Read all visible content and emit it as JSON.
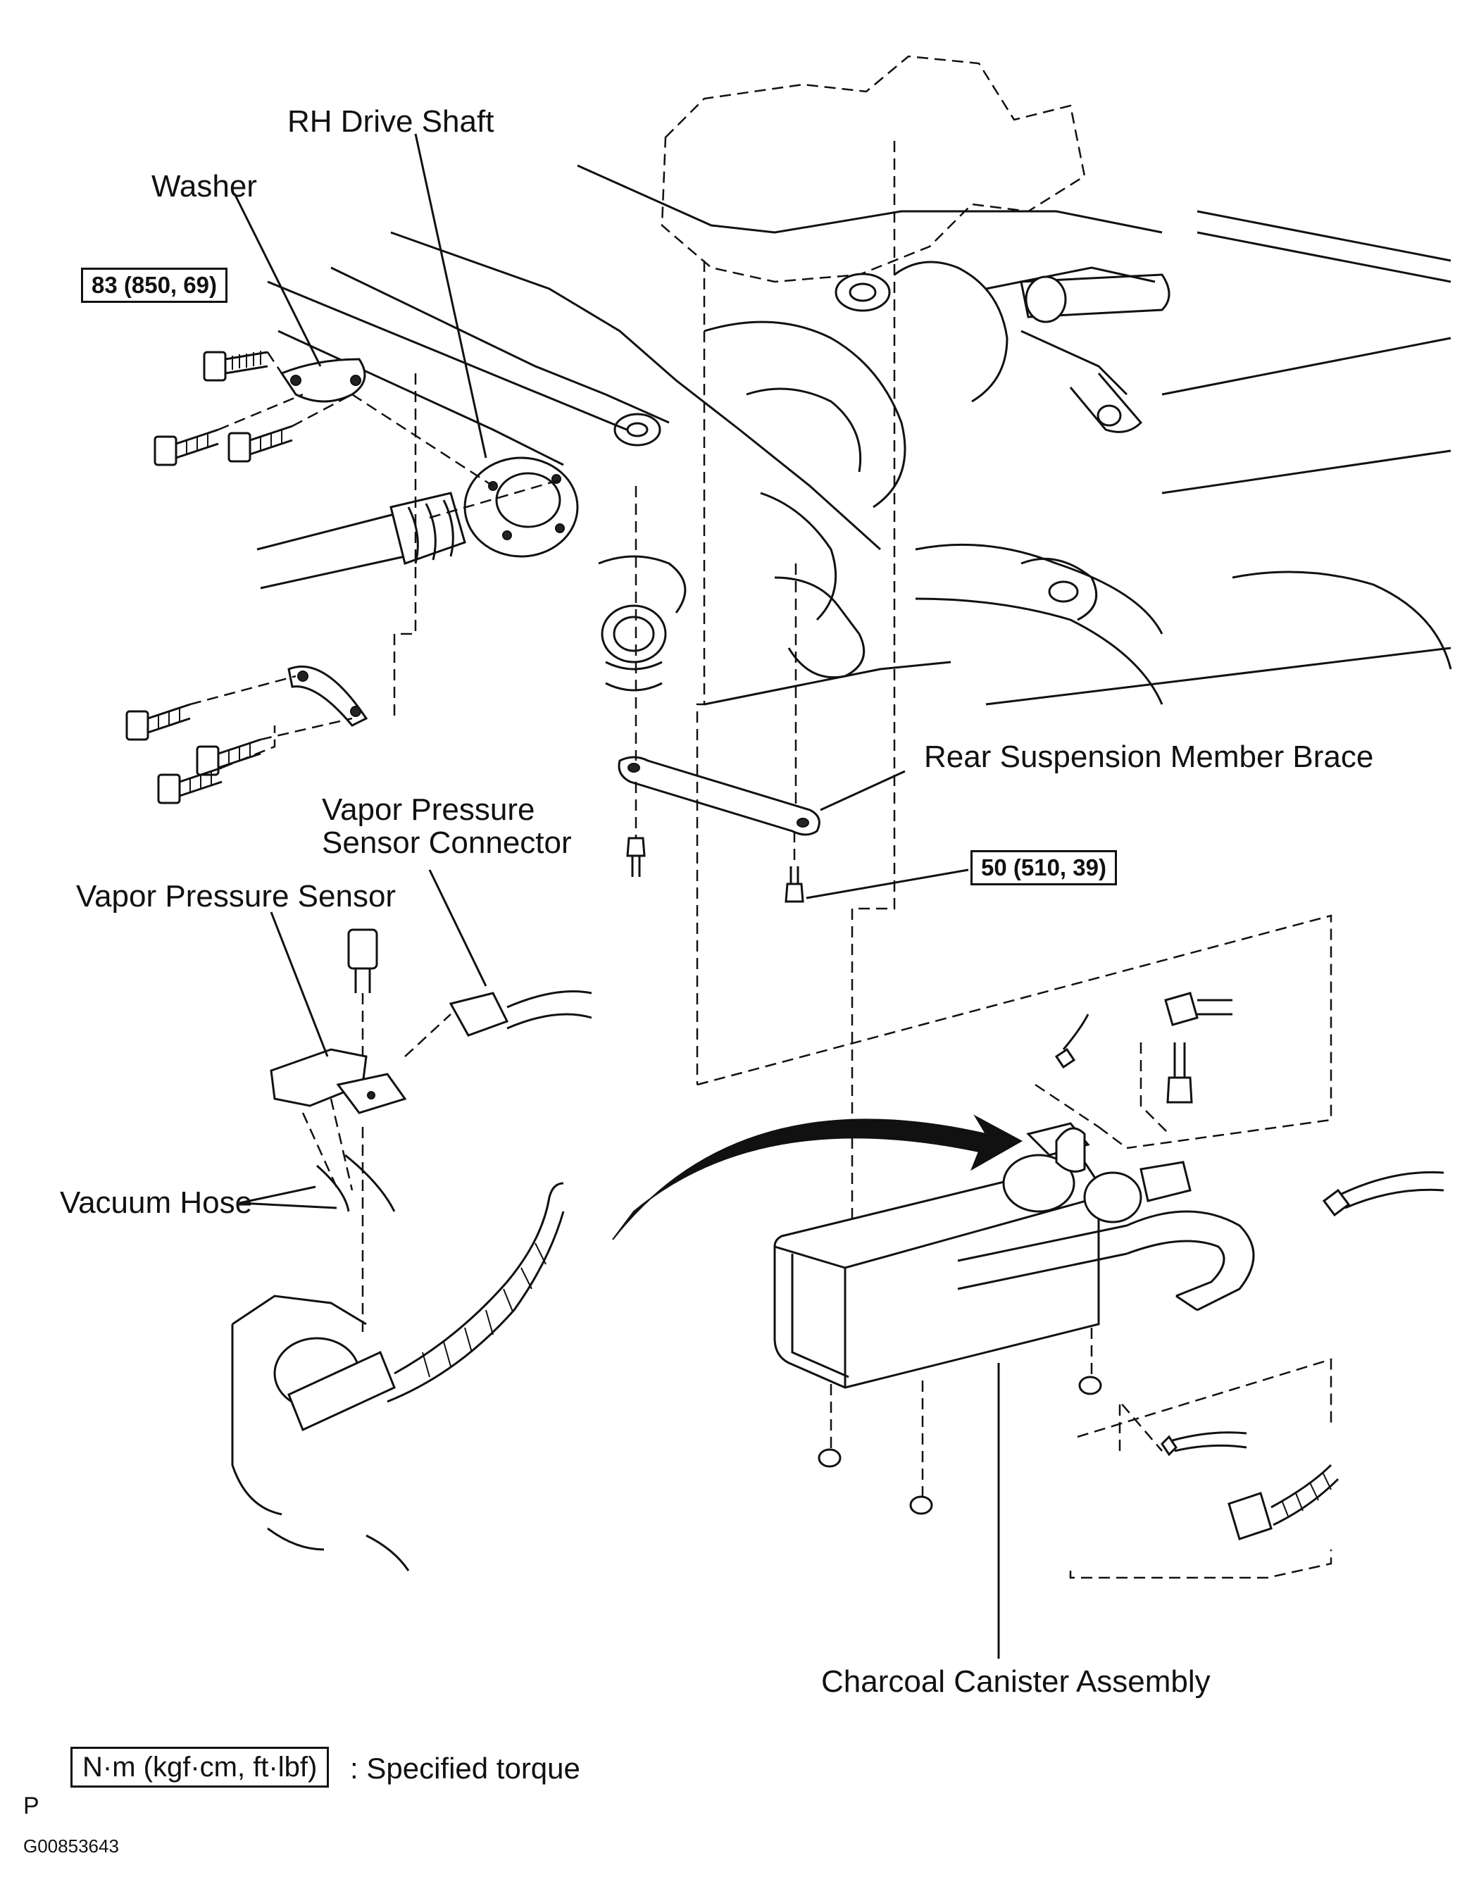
{
  "labels": {
    "rh_drive_shaft": "RH Drive Shaft",
    "washer": "Washer",
    "rear_suspension_member_brace": "Rear Suspension Member Brace",
    "vapor_pressure_sensor_connector_line1": "Vapor Pressure",
    "vapor_pressure_sensor_connector_line2": "Sensor Connector",
    "vapor_pressure_sensor": "Vapor Pressure Sensor",
    "vacuum_hose": "Vacuum Hose",
    "charcoal_canister_assembly": "Charcoal Canister Assembly"
  },
  "torque_specs": {
    "drive_shaft_bolts": "83 (850, 69)",
    "brace_bolts": "50 (510, 39)"
  },
  "legend": {
    "unit_box": "N·m (kgf·cm, ft·lbf)",
    "description": ": Specified torque"
  },
  "footer": {
    "marker": "P",
    "figure_id": "G00853643"
  }
}
